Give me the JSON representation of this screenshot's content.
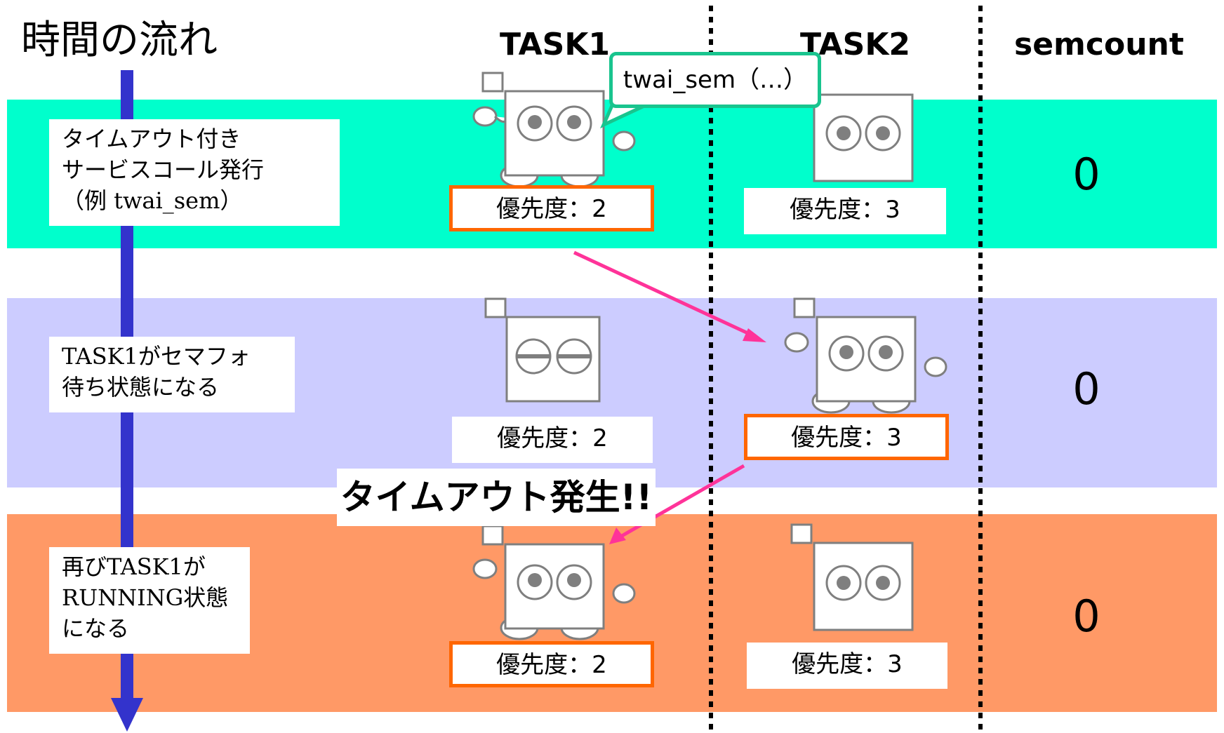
{
  "title": "時間の流れ",
  "columns": {
    "task1": "TASK1",
    "task2": "TASK2",
    "semcount": "semcount"
  },
  "rows": [
    {
      "description": "タイムアウト付き\nサービスコール発行\n（例 twai_sem）",
      "task1_priority": "優先度：2",
      "task2_priority": "優先度：3",
      "semcount": "0"
    },
    {
      "description": "TASK1がセマフォ\n待ち状態になる",
      "task1_priority": "優先度：2",
      "task2_priority": "優先度：3",
      "semcount": "0"
    },
    {
      "description": "再びTASK1が\nRUNNING状態\nになる",
      "task1_priority": "優先度：2",
      "task2_priority": "優先度：3",
      "semcount": "0"
    }
  ],
  "speech_bubble": "twai_sem（…）",
  "timeout_label": "タイムアウト発生!!",
  "colors": {
    "band1": "#00ffcc",
    "band2": "#ccccff",
    "band3": "#ff9966",
    "highlight_border": "#ff6600",
    "arrow": "#ff3399",
    "time_arrow": "#3333cc",
    "bubble_border": "#19c48e"
  }
}
